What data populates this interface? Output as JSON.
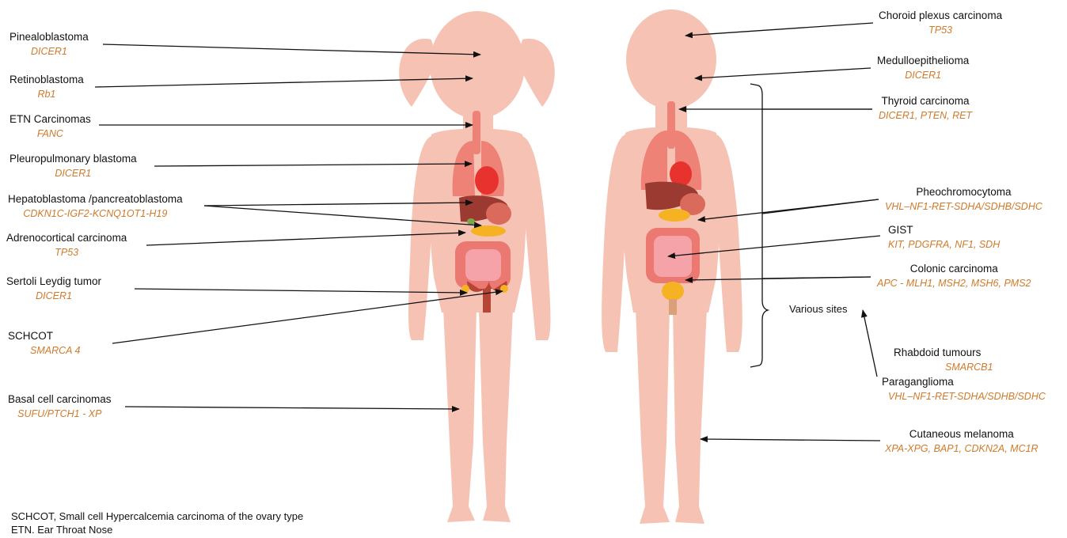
{
  "left_labels": [
    {
      "name": "Pinealoblastoma",
      "gene": "DICER1"
    },
    {
      "name": "Retinoblastoma",
      "gene": "Rb1"
    },
    {
      "name": "ETN Carcinomas",
      "gene": "FANC"
    },
    {
      "name": "Pleuropulmonary blastoma",
      "gene": "DICER1"
    },
    {
      "name": "Hepatoblastoma /pancreatoblastoma",
      "gene": "CDKN1C-IGF2-KCNQ1OT1-H19"
    },
    {
      "name": "Adrenocortical carcinoma",
      "gene": "TP53"
    },
    {
      "name": "Sertoli Leydig tumor",
      "gene": "DICER1"
    },
    {
      "name": "SCHCOT",
      "gene": "SMARCA 4"
    },
    {
      "name": "Basal cell carcinomas",
      "gene": "SUFU/PTCH1 - XP"
    }
  ],
  "right_labels": [
    {
      "name": "Choroid plexus carcinoma",
      "gene": "TP53"
    },
    {
      "name": "Medulloepithelioma",
      "gene": "DICER1"
    },
    {
      "name": "Thyroid carcinoma",
      "gene": "DICER1, PTEN, RET"
    },
    {
      "name": "Pheochromocytoma",
      "gene": "VHL–NF1-RET-SDHA/SDHB/SDHC"
    },
    {
      "name": "GIST",
      "gene": "KIT, PDGFRA, NF1, SDH"
    },
    {
      "name": "Colonic carcinoma",
      "gene": "APC - MLH1, MSH2, MSH6, PMS2"
    },
    {
      "name": "Rhabdoid tumours",
      "gene": "SMARCB1"
    },
    {
      "name": "Paraganglioma",
      "gene": "VHL–NF1-RET-SDHA/SDHB/SDHC"
    },
    {
      "name": "Cutaneous melanoma",
      "gene": "XPA-XPG, BAP1, CDKN2A, MC1R"
    }
  ],
  "various_sites": "Various sites",
  "footnotes": [
    "SCHCOT, Small cell Hypercalcemia carcinoma of the ovary type",
    "ETN. Ear Throat Nose"
  ],
  "colors": {
    "skin": "#f6c2b4",
    "label_gene": "#d07a2a",
    "lung": "#ee8276",
    "heart": "#e8322e",
    "liver": "#9a3a30",
    "pancreas": "#f5b324",
    "intestine": "#f5a3a8",
    "colon": "#ec7872",
    "uterus": "#b74536"
  }
}
